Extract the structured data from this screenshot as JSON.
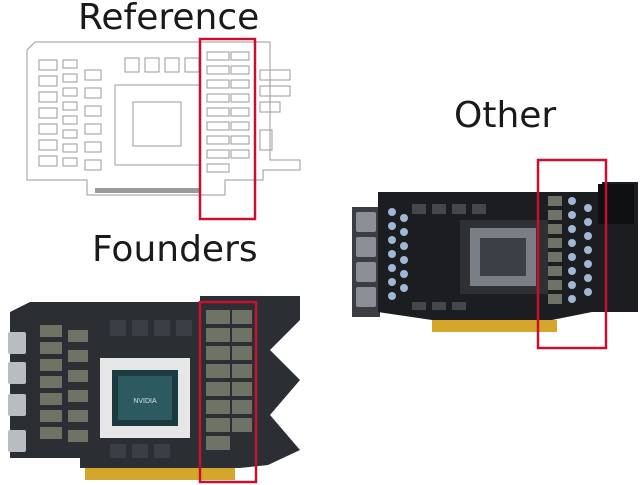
{
  "labels": {
    "reference": "Reference",
    "other": "Other",
    "founders": "Founders"
  },
  "chip": {
    "brand": "NVIDIA"
  },
  "colors": {
    "highlight": "#c8102e",
    "pcb_dark": "#2b2e33",
    "pcb_black": "#1b1d20",
    "outline": "#9a9a9a",
    "gold": "#d4a62a",
    "choke_gray": "#6f7366",
    "cap_blue": "#9fb8d6"
  }
}
